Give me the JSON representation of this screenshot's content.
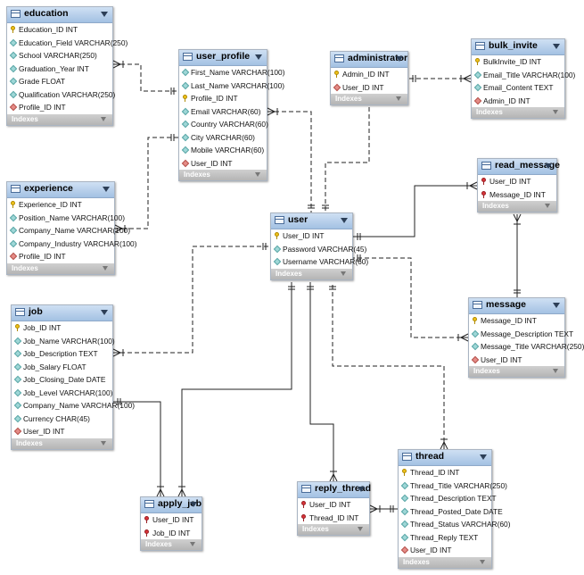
{
  "tables": [
    {
      "id": "education",
      "name": "education",
      "columns": [
        {
          "text": "Education_ID INT",
          "kind": "pk"
        },
        {
          "text": "Education_Field VARCHAR(250)",
          "kind": "col"
        },
        {
          "text": "School VARCHAR(250)",
          "kind": "col"
        },
        {
          "text": "Graduation_Year INT",
          "kind": "col"
        },
        {
          "text": "Grade FLOAT",
          "kind": "col"
        },
        {
          "text": "Qualification VARCHAR(250)",
          "kind": "col"
        },
        {
          "text": "Profile_ID INT",
          "kind": "fk"
        }
      ],
      "indexes": "Indexes"
    },
    {
      "id": "user_profile",
      "name": "user_profile",
      "columns": [
        {
          "text": "First_Name VARCHAR(100)",
          "kind": "col"
        },
        {
          "text": "Last_Name VARCHAR(100)",
          "kind": "col"
        },
        {
          "text": "Profile_ID INT",
          "kind": "pk"
        },
        {
          "text": "Email VARCHAR(60)",
          "kind": "col"
        },
        {
          "text": "Country VARCHAR(60)",
          "kind": "col"
        },
        {
          "text": "City VARCHAR(60)",
          "kind": "col"
        },
        {
          "text": "Mobile VARCHAR(60)",
          "kind": "col"
        },
        {
          "text": "User_ID INT",
          "kind": "fk"
        }
      ],
      "indexes": "Indexes"
    },
    {
      "id": "administrator",
      "name": "administrator",
      "columns": [
        {
          "text": "Admin_ID INT",
          "kind": "pk"
        },
        {
          "text": "User_ID INT",
          "kind": "fk"
        }
      ],
      "indexes": "Indexes"
    },
    {
      "id": "bulk_invite",
      "name": "bulk_invite",
      "columns": [
        {
          "text": "BulkInvite_ID INT",
          "kind": "pk"
        },
        {
          "text": "Email_Title VARCHAR(100)",
          "kind": "col"
        },
        {
          "text": "Email_Content TEXT",
          "kind": "col"
        },
        {
          "text": "Admin_ID INT",
          "kind": "fk"
        }
      ],
      "indexes": "Indexes"
    },
    {
      "id": "experience",
      "name": "experience",
      "columns": [
        {
          "text": "Experience_ID INT",
          "kind": "pk"
        },
        {
          "text": "Position_Name VARCHAR(100)",
          "kind": "col"
        },
        {
          "text": "Company_Name VARCHAR(100)",
          "kind": "col"
        },
        {
          "text": "Company_Industry VARCHAR(100)",
          "kind": "col"
        },
        {
          "text": "Profile_ID INT",
          "kind": "fk"
        }
      ],
      "indexes": "Indexes"
    },
    {
      "id": "read_message",
      "name": "read_message",
      "columns": [
        {
          "text": "User_ID INT",
          "kind": "pkfk"
        },
        {
          "text": "Message_ID INT",
          "kind": "pkfk"
        }
      ],
      "indexes": "Indexes"
    },
    {
      "id": "user",
      "name": "user",
      "columns": [
        {
          "text": "User_ID INT",
          "kind": "pk"
        },
        {
          "text": "Password VARCHAR(45)",
          "kind": "col"
        },
        {
          "text": "Username VARCHAR(60)",
          "kind": "col"
        }
      ],
      "indexes": "Indexes"
    },
    {
      "id": "job",
      "name": "job",
      "columns": [
        {
          "text": "Job_ID INT",
          "kind": "pk"
        },
        {
          "text": "Job_Name VARCHAR(100)",
          "kind": "col"
        },
        {
          "text": "Job_Description TEXT",
          "kind": "col"
        },
        {
          "text": "Job_Salary FLOAT",
          "kind": "col"
        },
        {
          "text": "Job_Closing_Date DATE",
          "kind": "col"
        },
        {
          "text": "Job_Level VARCHAR(100)",
          "kind": "col"
        },
        {
          "text": "Company_Name VARCHAR(100)",
          "kind": "col"
        },
        {
          "text": "Currency CHAR(45)",
          "kind": "col"
        },
        {
          "text": "User_ID INT",
          "kind": "fk"
        }
      ],
      "indexes": "Indexes"
    },
    {
      "id": "message",
      "name": "message",
      "columns": [
        {
          "text": "Message_ID INT",
          "kind": "pk"
        },
        {
          "text": "Message_Description TEXT",
          "kind": "col"
        },
        {
          "text": "Message_Title VARCHAR(250)",
          "kind": "col"
        },
        {
          "text": "User_ID INT",
          "kind": "fk"
        }
      ],
      "indexes": "Indexes"
    },
    {
      "id": "thread",
      "name": "thread",
      "columns": [
        {
          "text": "Thread_ID INT",
          "kind": "pk"
        },
        {
          "text": "Thread_Title VARCHAR(250)",
          "kind": "col"
        },
        {
          "text": "Thread_Description TEXT",
          "kind": "col"
        },
        {
          "text": "Thread_Posted_Date DATE",
          "kind": "col"
        },
        {
          "text": "Thread_Status VARCHAR(60)",
          "kind": "col"
        },
        {
          "text": "Thread_Reply TEXT",
          "kind": "col"
        },
        {
          "text": "User_ID INT",
          "kind": "fk"
        }
      ],
      "indexes": "Indexes"
    },
    {
      "id": "apply_job",
      "name": "apply_job",
      "columns": [
        {
          "text": "User_ID INT",
          "kind": "pkfk"
        },
        {
          "text": "Job_ID INT",
          "kind": "pkfk"
        }
      ],
      "indexes": "Indexes"
    },
    {
      "id": "reply_thread",
      "name": "reply_thread",
      "columns": [
        {
          "text": "User_ID INT",
          "kind": "pkfk"
        },
        {
          "text": "Thread_ID INT",
          "kind": "pkfk"
        }
      ],
      "indexes": "Indexes"
    }
  ],
  "relationships": [
    {
      "from": "education",
      "to": "user_profile",
      "style": "dashed"
    },
    {
      "from": "experience",
      "to": "user_profile",
      "style": "dashed"
    },
    {
      "from": "user_profile",
      "to": "user",
      "style": "dashed"
    },
    {
      "from": "administrator",
      "to": "user",
      "style": "dashed"
    },
    {
      "from": "bulk_invite",
      "to": "administrator",
      "style": "dashed"
    },
    {
      "from": "read_message",
      "to": "user",
      "style": "solid"
    },
    {
      "from": "read_message",
      "to": "message",
      "style": "solid"
    },
    {
      "from": "message",
      "to": "user",
      "style": "dashed"
    },
    {
      "from": "job",
      "to": "user",
      "style": "dashed"
    },
    {
      "from": "apply_job",
      "to": "job",
      "style": "solid"
    },
    {
      "from": "apply_job",
      "to": "user",
      "style": "solid"
    },
    {
      "from": "reply_thread",
      "to": "user",
      "style": "solid"
    },
    {
      "from": "reply_thread",
      "to": "thread",
      "style": "solid"
    },
    {
      "from": "thread",
      "to": "user",
      "style": "dashed"
    }
  ],
  "colors": {
    "header": "#a3c1e3",
    "indexes": "#bdbdbd",
    "line": "#222222"
  }
}
